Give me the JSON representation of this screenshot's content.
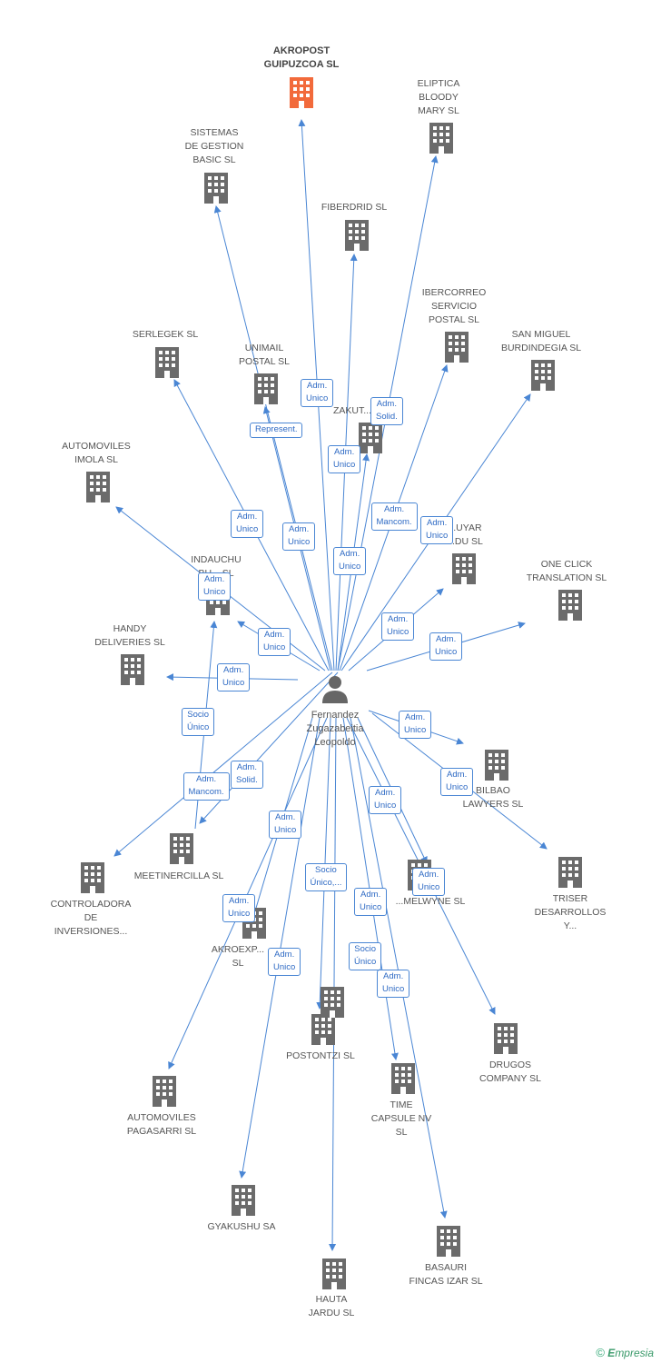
{
  "colors": {
    "edge": "#4a86d4",
    "company": "#6b6b6b",
    "company_main": "#f26a3b",
    "person": "#666666"
  },
  "person": {
    "name": [
      "Fernandez",
      "Zugazabeitia",
      "Leopoldo"
    ],
    "icon": "person-icon"
  },
  "companies": [
    {
      "id": "akropost",
      "lines": [
        "AKROPOST",
        "GUIPUZCOA SL"
      ],
      "main": true
    },
    {
      "id": "eliptica",
      "lines": [
        "ELIPTICA",
        "BLOODY",
        "MARY SL"
      ]
    },
    {
      "id": "sistemas",
      "lines": [
        "SISTEMAS",
        "DE GESTION",
        "BASIC  SL"
      ]
    },
    {
      "id": "fiberdrid",
      "lines": [
        "FIBERDRID  SL"
      ]
    },
    {
      "id": "ibercorreo",
      "lines": [
        "IBERCORREO",
        "SERVICIO",
        "POSTAL SL"
      ]
    },
    {
      "id": "serlegek",
      "lines": [
        "SERLEGEK SL"
      ]
    },
    {
      "id": "unimail",
      "lines": [
        "UNIMAIL",
        "POSTAL SL"
      ]
    },
    {
      "id": "sanmiguel",
      "lines": [
        "SAN MIGUEL",
        "BURDINDEGIA SL"
      ]
    },
    {
      "id": "zakut",
      "lines": [
        "ZAKUT..."
      ]
    },
    {
      "id": "automoviles_imola",
      "lines": [
        "AUTOMOVILES",
        "IMOLA SL"
      ]
    },
    {
      "id": "indauchu",
      "lines": [
        "INDAUCHU",
        "BU...  SL"
      ]
    },
    {
      "id": "uyar",
      "lines": [
        "...UYAR",
        "...DU SL"
      ]
    },
    {
      "id": "oneclick",
      "lines": [
        "ONE CLICK",
        "TRANSLATION SL"
      ]
    },
    {
      "id": "handy",
      "lines": [
        "HANDY",
        "DELIVERIES  SL"
      ]
    },
    {
      "id": "bilbao",
      "lines": [
        "BILBAO",
        "LAWYERS SL"
      ]
    },
    {
      "id": "meetinercilla",
      "lines": [
        "MEETINERCILLA SL"
      ]
    },
    {
      "id": "controladora",
      "lines": [
        "CONTROLADORA",
        "DE",
        "INVERSIONES..."
      ]
    },
    {
      "id": "triser",
      "lines": [
        "TRISER",
        "DESARROLLOS",
        "Y..."
      ]
    },
    {
      "id": "melwyne",
      "lines": [
        "...MELWYNE SL"
      ]
    },
    {
      "id": "akroexpress",
      "lines": [
        "AKROEXP...",
        "SL"
      ]
    },
    {
      "id": "postontzi",
      "lines": [
        "POSTONTZI SL"
      ]
    },
    {
      "id": "drugos",
      "lines": [
        "DRUGOS",
        "COMPANY SL"
      ]
    },
    {
      "id": "pagasarri",
      "lines": [
        "AUTOMOVILES",
        "PAGASARRI SL"
      ]
    },
    {
      "id": "timecapsule",
      "lines": [
        "TIME",
        "CAPSULE NV",
        "SL"
      ]
    },
    {
      "id": "gyakushu",
      "lines": [
        "GYAKUSHU SA"
      ]
    },
    {
      "id": "basauri",
      "lines": [
        "BASAURI",
        "FINCAS IZAR SL"
      ]
    },
    {
      "id": "hauta",
      "lines": [
        "HAUTA",
        "JARDU SL"
      ]
    }
  ],
  "edge_labels": [
    [
      "Adm.",
      "Unico"
    ],
    [
      "Adm.",
      "Solid."
    ],
    [
      "Represent."
    ],
    [
      "Adm.",
      "Unico"
    ],
    [
      "Adm.",
      "Mancom."
    ],
    [
      "Adm.",
      "Unico"
    ],
    [
      "Adm.",
      "Unico"
    ],
    [
      "Adm.",
      "Unico"
    ],
    [
      "Adm.",
      "Unico"
    ],
    [
      "Adm.",
      "Unico"
    ],
    [
      "Adm.",
      "Unico"
    ],
    [
      "Adm.",
      "Unico"
    ],
    [
      "Adm.",
      "Unico"
    ],
    [
      "Adm.",
      "Unico"
    ],
    [
      "Socio",
      "Único"
    ],
    [
      "Adm.",
      "Solid."
    ],
    [
      "Adm.",
      "Mancom."
    ],
    [
      "Adm.",
      "Unico"
    ],
    [
      "Adm.",
      "Unico"
    ],
    [
      "Adm.",
      "Unico"
    ],
    [
      "Adm.",
      "Unico"
    ],
    [
      "Socio",
      "Único,..."
    ],
    [
      "Adm.",
      "Unico"
    ],
    [
      "Adm.",
      "Unico"
    ],
    [
      "Socio",
      "Único"
    ],
    [
      "Adm.",
      "Unico"
    ],
    [
      "Adm.",
      "Unico"
    ],
    [
      "Adm.",
      "Unico"
    ]
  ],
  "footer": {
    "copyright": "©",
    "brand_e": "E",
    "brand_rest": "mpresia"
  }
}
